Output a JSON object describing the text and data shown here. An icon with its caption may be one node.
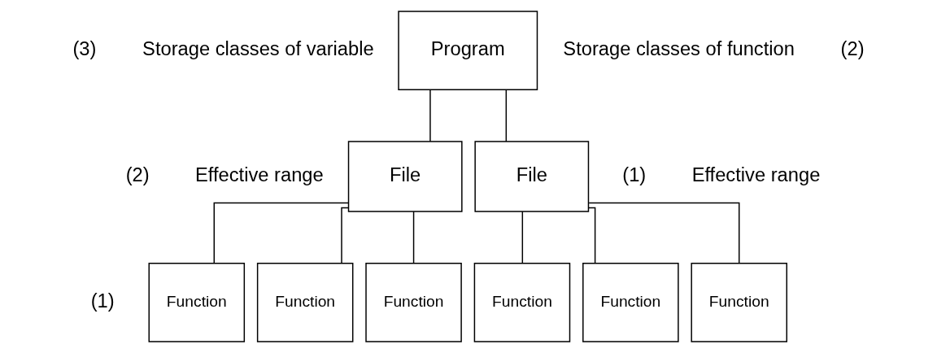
{
  "diagram": {
    "nodes": [
      {
        "text": [
          "Program"
        ]
      },
      {
        "text": [
          "File"
        ]
      },
      {
        "text": [
          "File"
        ]
      },
      {
        "text": [
          "Function"
        ]
      },
      {
        "text": [
          "Function"
        ]
      },
      {
        "text": [
          "Function"
        ]
      },
      {
        "text": [
          "Function"
        ]
      },
      {
        "text": [
          "Function"
        ]
      },
      {
        "text": [
          "Function"
        ]
      }
    ],
    "edges": [
      {
        "from": 0,
        "to": 1,
        "arrow": "none"
      },
      {
        "from": 0,
        "to": 2,
        "arrow": "none"
      },
      {
        "from": 1,
        "to": 3,
        "arrow": "none"
      },
      {
        "from": 1,
        "to": 4,
        "arrow": "none"
      },
      {
        "from": 1,
        "to": 5,
        "arrow": "none"
      },
      {
        "from": 2,
        "to": 6,
        "arrow": "none"
      },
      {
        "from": 2,
        "to": 7,
        "arrow": "none"
      },
      {
        "from": 2,
        "to": 8,
        "arrow": "none"
      }
    ],
    "labels": [
      "(3)",
      "Storage classes of variable",
      "Storage classes of function",
      "(2)",
      "(2)",
      "Effective range",
      "(1)",
      "Effective range",
      "(1)"
    ]
  }
}
